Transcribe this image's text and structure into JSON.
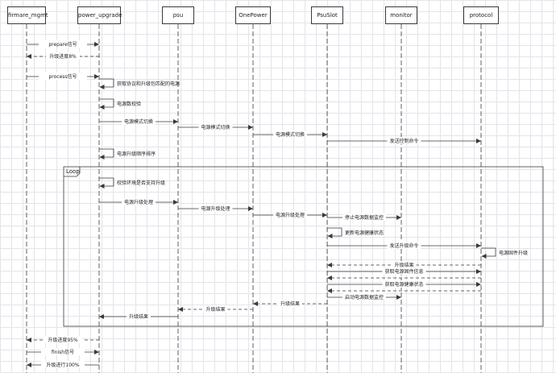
{
  "participants": [
    "firmare_mgmt",
    "power_upgrade",
    "psu",
    "OnePower",
    "PsuSlot",
    "monitor",
    "protocol"
  ],
  "loop_label": "Loop",
  "messages": [
    {
      "from": 0,
      "to": 1,
      "label": "prepare信号",
      "type": "solid"
    },
    {
      "from": 1,
      "to": 0,
      "label": "升级进度8%",
      "type": "dashed"
    },
    {
      "from": 0,
      "to": 1,
      "label": "process信号",
      "type": "solid"
    },
    {
      "from": 1,
      "to": 1,
      "label": "获取协议和升级包匹配的电源",
      "type": "self"
    },
    {
      "from": 1,
      "to": 1,
      "label": "电源数校验",
      "type": "self"
    },
    {
      "from": 1,
      "to": 2,
      "label": "电源模式切换",
      "type": "solid"
    },
    {
      "from": 2,
      "to": 3,
      "label": "电源模式切换",
      "type": "solid"
    },
    {
      "from": 3,
      "to": 4,
      "label": "电源模式切换",
      "type": "solid"
    },
    {
      "from": 4,
      "to": 6,
      "label": "发送控制命令",
      "type": "solid"
    },
    {
      "from": 1,
      "to": 1,
      "label": "电源升级顺序排序",
      "type": "self"
    },
    {
      "from": 1,
      "to": 1,
      "label": "校验环境是否支持升级",
      "type": "self"
    },
    {
      "from": 1,
      "to": 2,
      "label": "电源升级处理",
      "type": "solid"
    },
    {
      "from": 2,
      "to": 3,
      "label": "电源升级处理",
      "type": "solid"
    },
    {
      "from": 3,
      "to": 4,
      "label": "电源升级处理",
      "type": "solid"
    },
    {
      "from": 4,
      "to": 5,
      "label": "停止电源数据监控",
      "type": "solid"
    },
    {
      "from": 4,
      "to": 4,
      "label": "更新电源健康状态",
      "type": "self"
    },
    {
      "from": 4,
      "to": 6,
      "label": "发送升级命令",
      "type": "solid"
    },
    {
      "from": 6,
      "to": 6,
      "label": "电源固件升级",
      "type": "self"
    },
    {
      "from": 6,
      "to": 4,
      "label": "升级结果",
      "type": "dashed"
    },
    {
      "from": 4,
      "to": 6,
      "label": "获取电源固件信息",
      "type": "solid"
    },
    {
      "from": 6,
      "to": 4,
      "label": "",
      "type": "dashed"
    },
    {
      "from": 4,
      "to": 6,
      "label": "获取电源健康状态",
      "type": "solid"
    },
    {
      "from": 6,
      "to": 4,
      "label": "",
      "type": "dashed"
    },
    {
      "from": 4,
      "to": 5,
      "label": "启动电源数据监控",
      "type": "solid"
    },
    {
      "from": 4,
      "to": 3,
      "label": "升级结果",
      "type": "dashed"
    },
    {
      "from": 3,
      "to": 2,
      "label": "升级结果",
      "type": "dashed"
    },
    {
      "from": 2,
      "to": 1,
      "label": "升级结果",
      "type": "solid"
    },
    {
      "from": 1,
      "to": 0,
      "label": "升级进度95%",
      "type": "dashed"
    },
    {
      "from": 0,
      "to": 1,
      "label": "finish信号",
      "type": "solid"
    },
    {
      "from": 1,
      "to": 0,
      "label": "升级进行100%",
      "type": "solid"
    }
  ]
}
